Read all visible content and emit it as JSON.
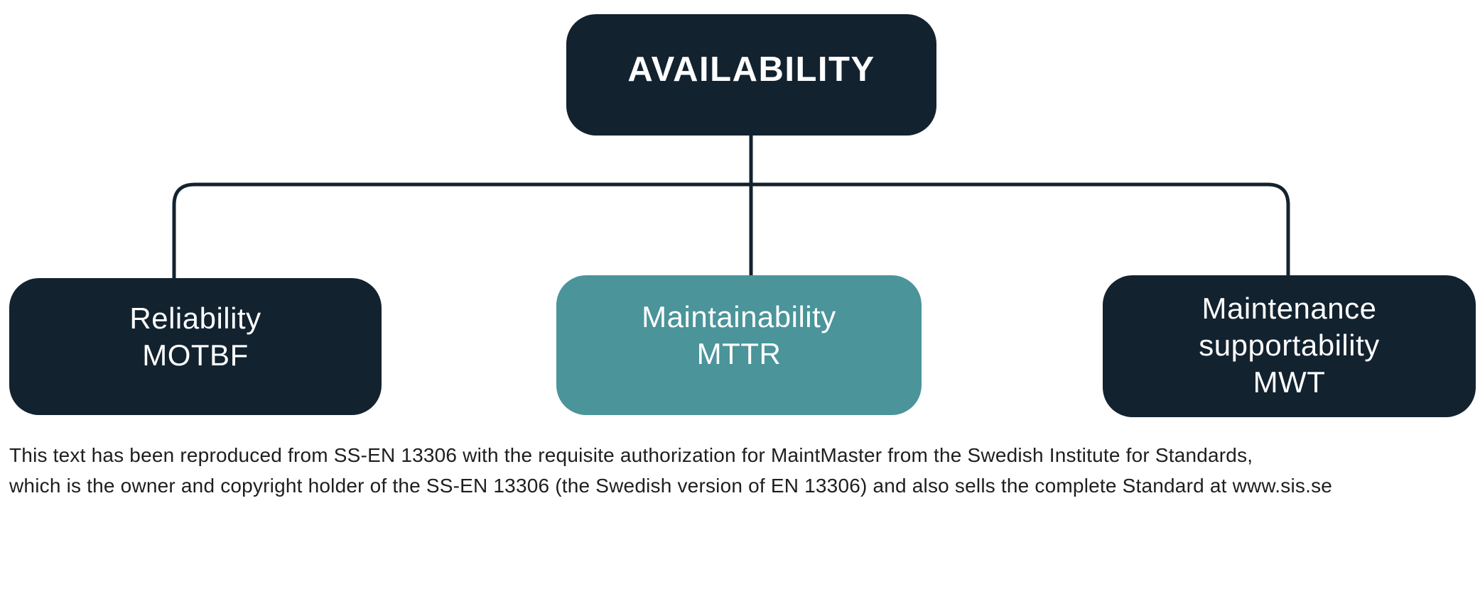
{
  "diagram": {
    "root": {
      "label": "AVAILABILITY"
    },
    "children": [
      {
        "label_lines": [
          "Reliability",
          "MOTBF"
        ],
        "variant": "navy"
      },
      {
        "label_lines": [
          "Maintainability",
          "MTTR"
        ],
        "variant": "teal"
      },
      {
        "label_lines": [
          "Maintenance",
          "supportability",
          "MWT"
        ],
        "variant": "navy"
      }
    ]
  },
  "footer": {
    "line1": "This text has been reproduced from SS-EN 13306 with the requisite authorization for MaintMaster from the Swedish Institute for Standards,",
    "line2": "which is the owner and copyright holder of the SS-EN 13306 (the Swedish version of EN 13306) and also sells the complete Standard at www.sis.se"
  },
  "colors": {
    "navy": "#13222F",
    "teal": "#4A949A",
    "background": "#FFFFFF",
    "footer_text": "#1E1E1E"
  }
}
